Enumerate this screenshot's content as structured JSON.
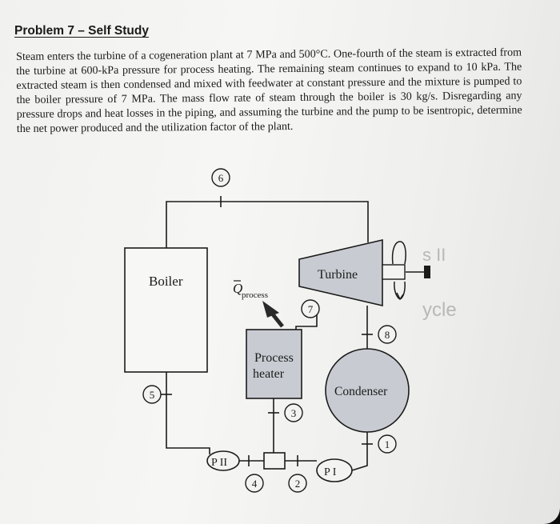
{
  "document": {
    "title": "Problem 7 – Self Study",
    "problem_text": "Steam enters the turbine of a cogeneration plant at 7 MPa and 500°C. One-fourth of the steam is extracted from the turbine at 600-kPa pressure for process heating. The remaining steam continues to expand to 10 kPa. The extracted steam is then condensed and mixed with feedwater at constant pressure and the mixture is pumped to the boiler pressure of 7 MPa. The mass flow rate of steam through the boiler is 30 kg/s. Disregarding any pressure drops and heat losses in the piping, and assuming the turbine and the pump to be isentropic, determine the net power produced and the utilization factor of the plant."
  },
  "diagram": {
    "components": {
      "boiler": "Boiler",
      "turbine": "Turbine",
      "process_heater_line1": "Process",
      "process_heater_line2": "heater",
      "condenser": "Condenser",
      "pump_1": "P II",
      "pump_2": "P I"
    },
    "heat_label": "Q",
    "heat_subscript": "process",
    "states": {
      "s1": "1",
      "s2": "2",
      "s3": "3",
      "s4": "4",
      "s5": "5",
      "s6": "6",
      "s7": "7",
      "s8": "8"
    },
    "background_marks": {
      "mark_a": "s II",
      "mark_b": "ycle"
    },
    "colors": {
      "ink": "#1b1b1b",
      "component_fill": "#c8ccd2",
      "paper": "#f3f3f1"
    }
  }
}
